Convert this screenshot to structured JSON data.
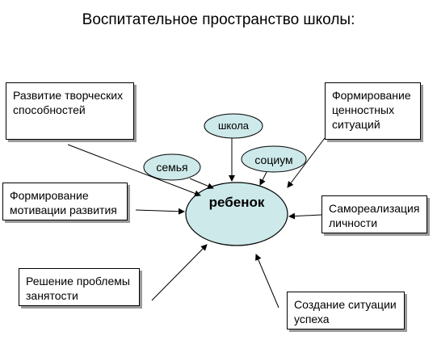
{
  "title": "Воспитательное пространство школы:",
  "center": "ребенок",
  "inner": {
    "school": "школа",
    "family": "семья",
    "society": "социум"
  },
  "boxes": {
    "creative": "Развитие творческих\nспособностей",
    "values": "Формирование\n ценностных\nситуаций",
    "motivation": "Формирование\nмотивации развития",
    "selfreal": "Самореализация\nличности",
    "employment": "Решение проблемы\nзанятости",
    "success": "Создание ситуации\nуспеха"
  },
  "colors": {
    "ellipse_fill": "#cde9ea",
    "ellipse_stroke": "#000000",
    "shadow": "#9a9a9a"
  }
}
